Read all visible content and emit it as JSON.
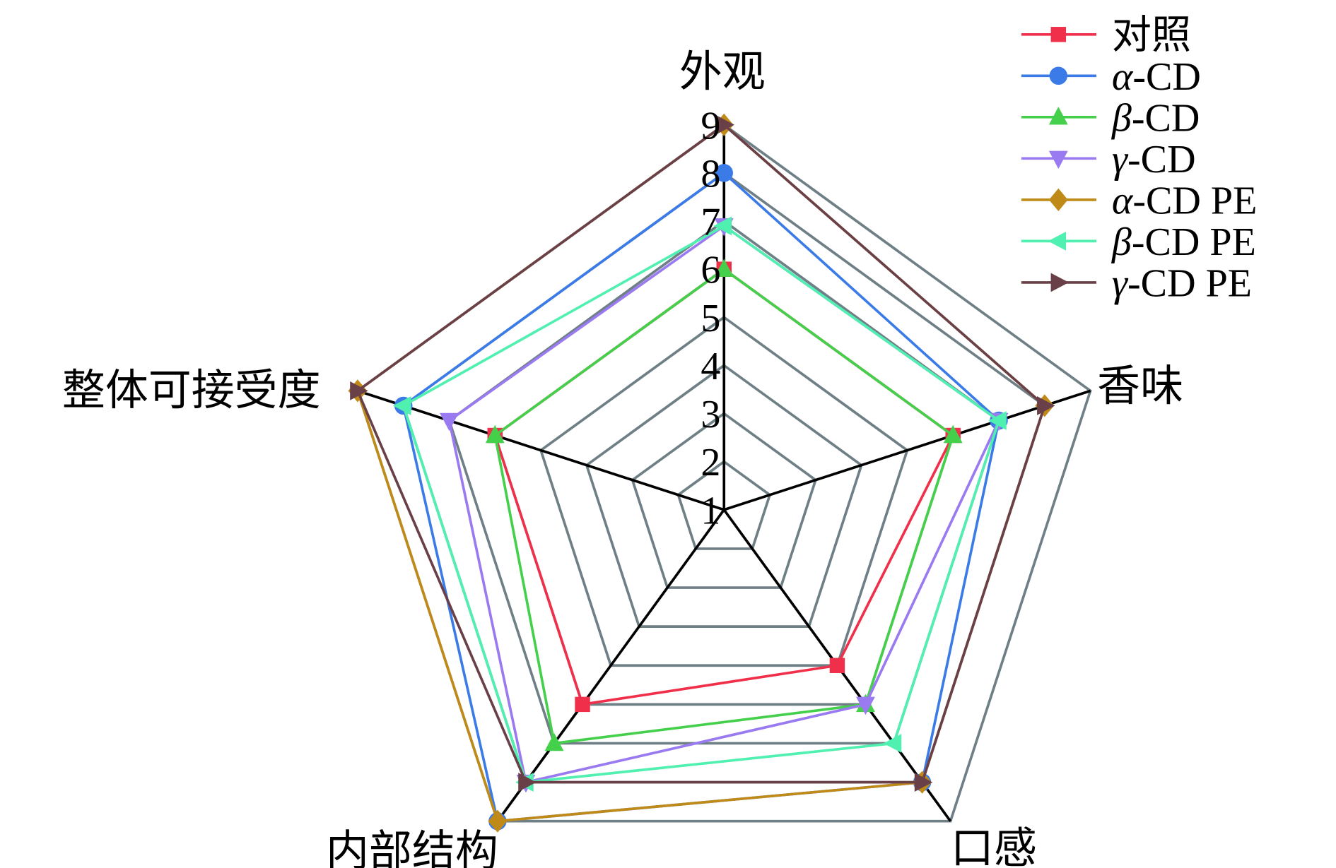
{
  "chart_data": {
    "type": "radar",
    "axes": [
      "外观",
      "香味",
      "口感",
      "内部结构",
      "整体可接受度"
    ],
    "ticks": [
      "1",
      "2",
      "3",
      "4",
      "5",
      "6",
      "7",
      "8",
      "9"
    ],
    "range": [
      1,
      9
    ],
    "grid": true,
    "legend_position": "top-right",
    "series": [
      {
        "name": "对照",
        "color": "#f0304a",
        "marker": "square",
        "values": [
          6,
          6,
          5,
          6,
          6
        ]
      },
      {
        "name": "α-CD",
        "color": "#3a7be8",
        "marker": "circle",
        "values": [
          8,
          7,
          8,
          9,
          8
        ]
      },
      {
        "name": "β-CD",
        "color": "#44d04a",
        "marker": "triangle-up",
        "values": [
          6,
          6,
          6,
          7,
          6
        ]
      },
      {
        "name": "γ-CD",
        "color": "#9a7af0",
        "marker": "triangle-down",
        "values": [
          6.9,
          7,
          6,
          8,
          7
        ]
      },
      {
        "name": "α-CD PE",
        "color": "#c08a18",
        "marker": "diamond",
        "values": [
          9,
          8,
          8,
          9,
          9
        ]
      },
      {
        "name": "β-CD PE",
        "color": "#50f0b0",
        "marker": "triangle-left",
        "values": [
          6.9,
          7,
          7,
          8,
          8
        ]
      },
      {
        "name": "γ-CD PE",
        "color": "#6a4048",
        "marker": "triangle-right",
        "values": [
          9,
          8,
          8,
          8,
          9
        ]
      }
    ]
  }
}
